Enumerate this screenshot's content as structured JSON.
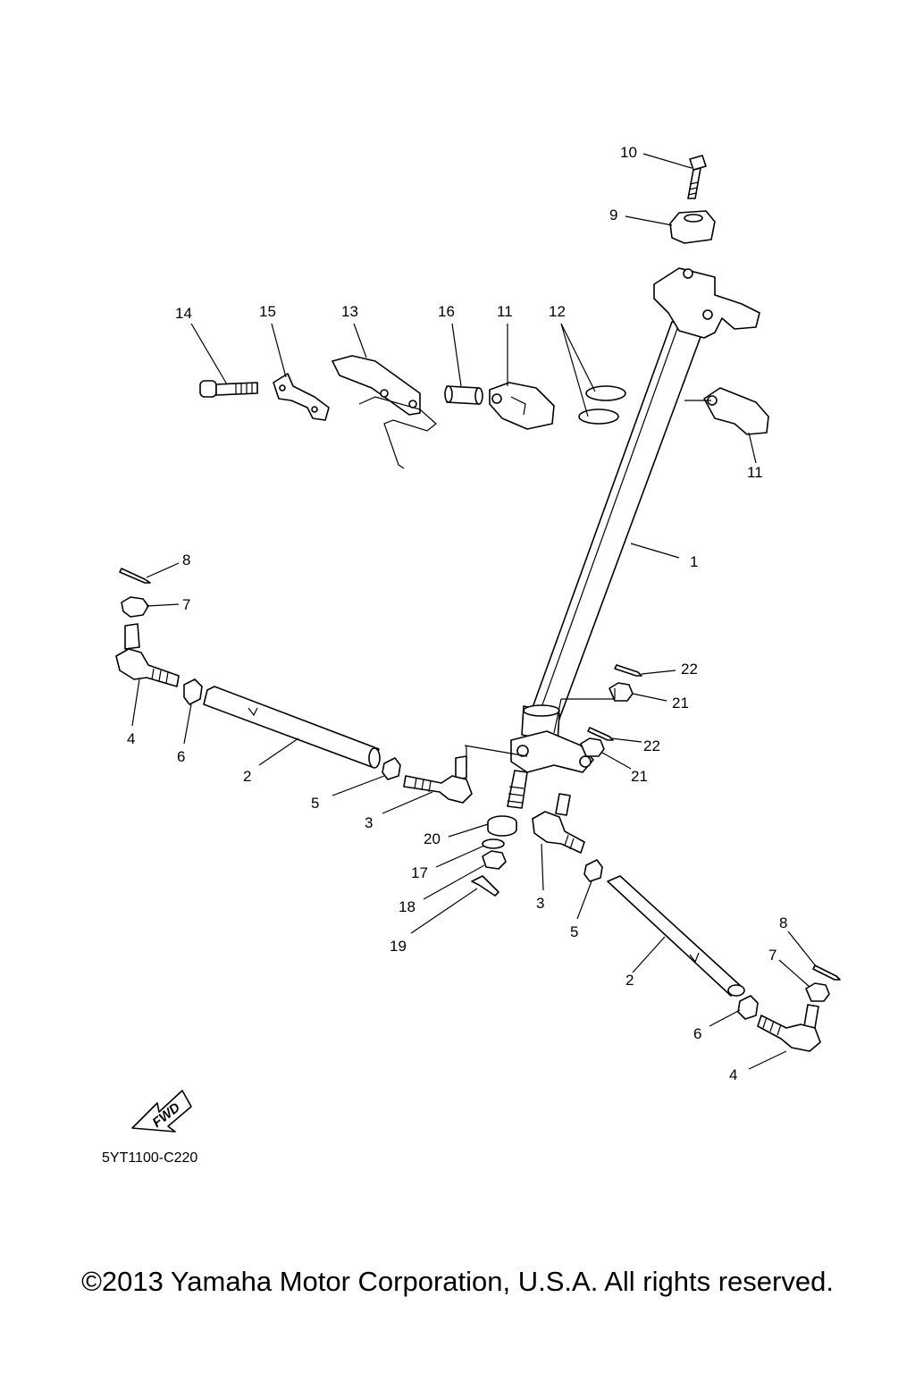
{
  "callouts": {
    "c10": "10",
    "c9": "9",
    "c14": "14",
    "c15": "15",
    "c13": "13",
    "c16": "16",
    "c11a": "11",
    "c12": "12",
    "c11b": "11",
    "c1": "1",
    "c8a": "8",
    "c7a": "7",
    "c4a": "4",
    "c6a": "6",
    "c2a": "2",
    "c5a": "5",
    "c3a": "3",
    "c22a": "22",
    "c21a": "21",
    "c22b": "22",
    "c21b": "21",
    "c20": "20",
    "c17": "17",
    "c18": "18",
    "c19": "19",
    "c3b": "3",
    "c5b": "5",
    "c8b": "8",
    "c7b": "7",
    "c2b": "2",
    "c6b": "6",
    "c4b": "4"
  },
  "fwd_label": "FWD",
  "diagram_code": "5YT1100-C220",
  "copyright": "©2013 Yamaha Motor Corporation, U.S.A. All rights reserved."
}
